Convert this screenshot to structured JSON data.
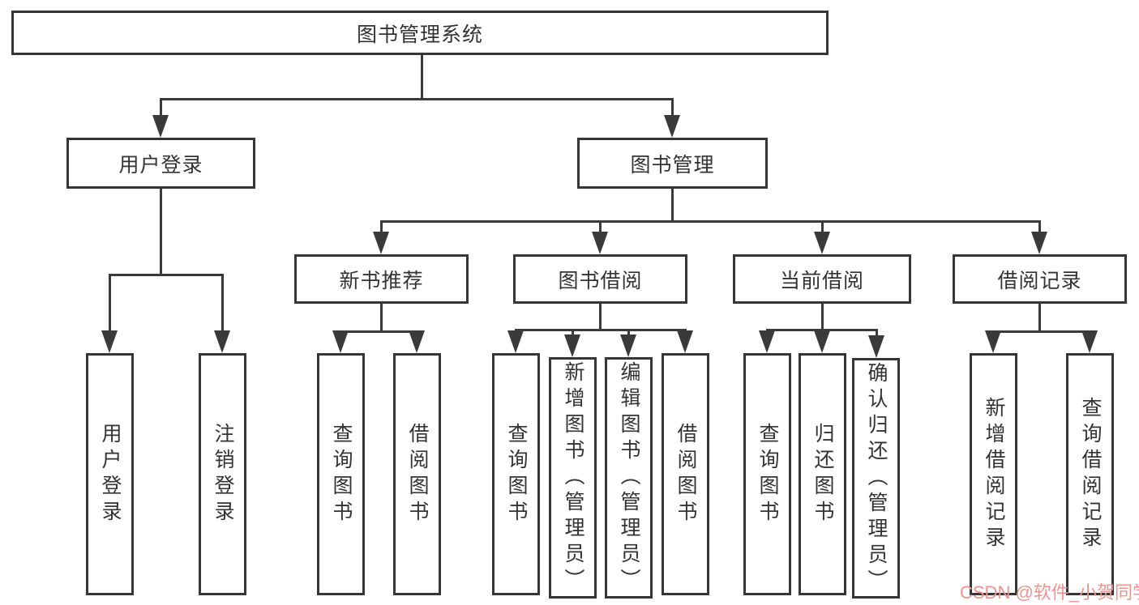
{
  "colors": {
    "background": "#ffffff",
    "line": "#3a3a3a",
    "box_border": "#363636",
    "text": "#333333",
    "watermark": "#f0938f"
  },
  "tree": {
    "label": "图书管理系统",
    "children": [
      {
        "label": "用户登录",
        "children": [
          {
            "label": "用户登录"
          },
          {
            "label": "注销登录"
          }
        ]
      },
      {
        "label": "图书管理",
        "children": [
          {
            "label": "新书推荐",
            "children": [
              {
                "label": "查询图书"
              },
              {
                "label": "借阅图书"
              }
            ]
          },
          {
            "label": "图书借阅",
            "children": [
              {
                "label": "查询图书"
              },
              {
                "label": "新增图书（管理员）"
              },
              {
                "label": "编辑图书（管理员）"
              },
              {
                "label": "借阅图书"
              }
            ]
          },
          {
            "label": "当前借阅",
            "children": [
              {
                "label": "查询图书"
              },
              {
                "label": "归还图书"
              },
              {
                "label": "确认归还（管理员）"
              }
            ]
          },
          {
            "label": "借阅记录",
            "children": [
              {
                "label": "新增借阅记录"
              },
              {
                "label": "查询借阅记录"
              }
            ]
          }
        ]
      }
    ]
  },
  "watermark": {
    "text": "CSDN @软件_小贺同学"
  }
}
